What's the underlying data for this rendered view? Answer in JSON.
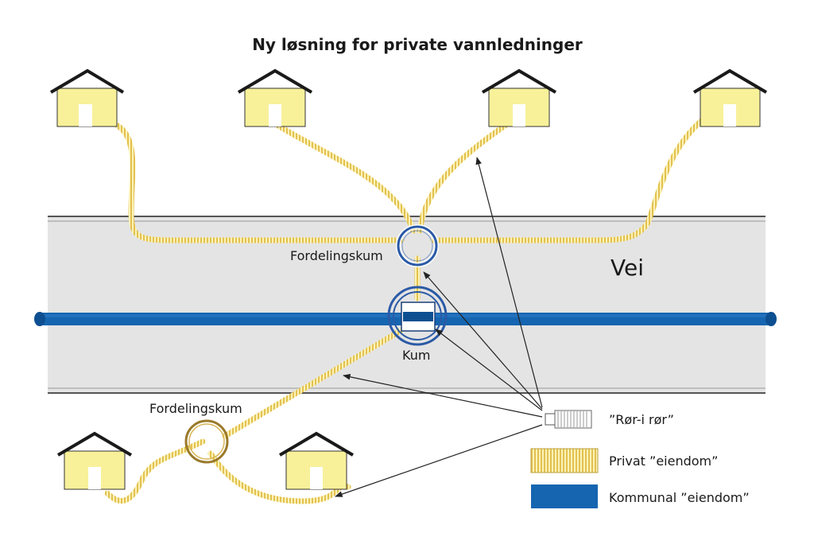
{
  "title": "Ny løsning for private vannledninger",
  "labels": {
    "road": "Vei",
    "kum": "Kum",
    "fordelingskum_upper": "Fordelingskum",
    "fordelingskum_lower": "Fordelingskum"
  },
  "legend": [
    {
      "label": "”Rør-i rør”",
      "symbol": "pipe-in-pipe"
    },
    {
      "label": "Privat ”eiendom”",
      "symbol": "private-swatch"
    },
    {
      "label": "Kommunal ”eiendom”",
      "symbol": "municipal-swatch"
    }
  ],
  "colors": {
    "house_fill": "#f8f19a",
    "house_roof": "#1a1a1a",
    "road": "#e4e4e4",
    "road_edge": "#555555",
    "municipal_pipe": "#1565b0",
    "municipal_pipe_dark": "#0d4f90",
    "private_pipe_a": "#e8c85a",
    "private_pipe_b": "#fbf2b8",
    "kum_ring": "#2b5aa6",
    "lower_kum_ring": "#9a7a2a"
  }
}
